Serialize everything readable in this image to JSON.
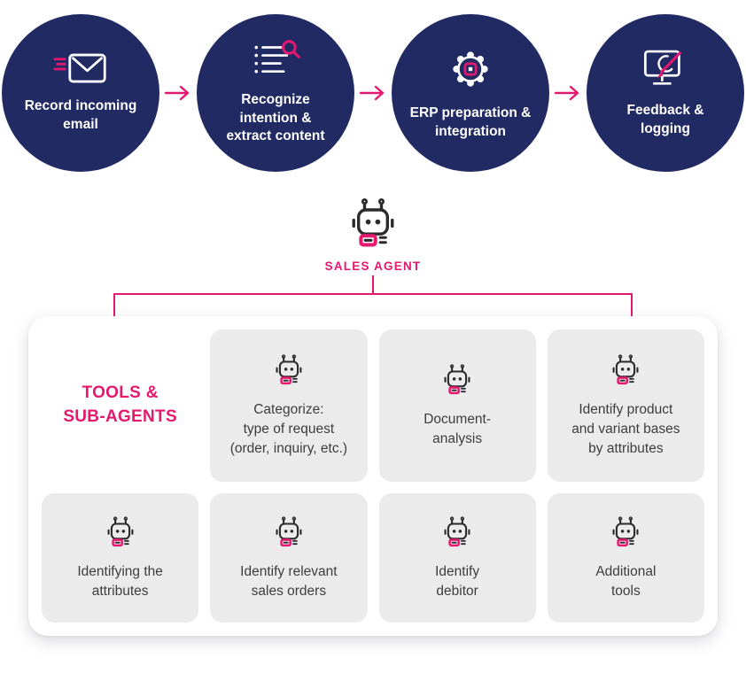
{
  "colors": {
    "navy": "#222a63",
    "pink": "#e5186f",
    "cell": "#ebebeb",
    "ink": "#2b2b2b",
    "text": "#3d3d3d"
  },
  "pipeline": {
    "steps": [
      {
        "label": "Record incoming\nemail",
        "icon": "incoming-email-icon"
      },
      {
        "label": "Recognize\nintention &\nextract content",
        "icon": "recognize-intention-icon"
      },
      {
        "label": "ERP preparation &\nintegration",
        "icon": "erp-integration-icon"
      },
      {
        "label": "Feedback &\nlogging",
        "icon": "feedback-logging-icon"
      }
    ],
    "connector_icon": "arrow-right-icon"
  },
  "agent": {
    "label": "SALES AGENT",
    "icon": "robot-icon"
  },
  "tools_panel": {
    "title": "TOOLS &\nSUB-AGENTS",
    "cell_icon": "robot-icon",
    "row1": [
      {
        "label": "Categorize:\ntype of request\n(order, inquiry, etc.)"
      },
      {
        "label": "Document-\nanalysis"
      },
      {
        "label": "Identify product\nand variant bases\nby attributes"
      }
    ],
    "row2": [
      {
        "label": "Identifying the\nattributes"
      },
      {
        "label": "Identify relevant\nsales orders"
      },
      {
        "label": "Identify\ndebitor"
      },
      {
        "label": "Additional\ntools"
      }
    ]
  }
}
